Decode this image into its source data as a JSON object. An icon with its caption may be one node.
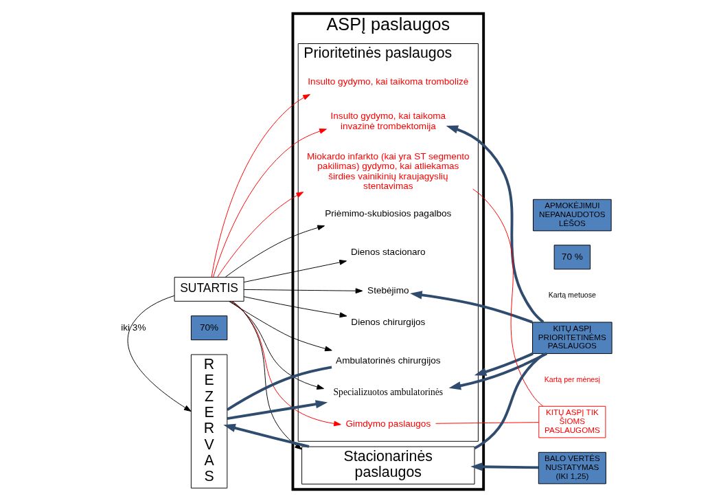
{
  "diagram": {
    "nodes": [
      {
        "text": [
          "ASPĮ paslaugos"
        ]
      },
      {
        "text": [
          "SUTARTIS"
        ]
      },
      {
        "text": [
          "Prioritetinės paslaugos"
        ],
        "in": 0
      },
      {
        "text": [
          "Specializuotos ambulatorinės"
        ],
        "in": 2
      },
      {
        "text": [
          "Priėmimo-skubiosios pagalbos"
        ],
        "in": 2
      },
      {
        "text": [
          "Dienos stacionaro"
        ],
        "in": 2
      },
      {
        "text": [
          "Stebėjimo"
        ],
        "in": 2
      },
      {
        "text": [
          "Ambulatorinės chirurgijos"
        ],
        "in": 2
      },
      {
        "text": [
          "Dienos chirurgijos"
        ],
        "in": 2
      },
      {
        "text": [
          "Gimdymo paslaugos"
        ],
        "in": 2
      },
      {
        "text": [
          "Insulto gydymo, kai taikoma trombolizė"
        ],
        "in": 2
      },
      {
        "text": [
          "Insulto gydymo, kai taikoma invazinė trombektomija"
        ],
        "in": 2
      },
      {
        "text": [
          "Miokardo infarkto (kai yra ST segmento pakilimas) gydymo, kai atliekamas širdies vainikinių kraujagyslių stentavimas"
        ],
        "in": 2
      },
      {
        "text": [
          "Stacionarinės paslaugos"
        ],
        "in": 0
      },
      {
        "text": [
          "REZERVAS"
        ]
      },
      {
        "text": [
          "70%"
        ]
      },
      {
        "text": [
          "APMOKĖJIMUI NEPANAUDOTOS LĖŠOS"
        ]
      },
      {
        "text": [
          "70 %"
        ]
      },
      {
        "text": [
          "KITŲ ASPĮ PRIORITETINĖMS PASLAUGOS"
        ],
        "beside": [
          "Kartą metuose"
        ]
      },
      {
        "text": [
          "KITŲ ASPĮ TIK ŠIOMS PASLAUGOMS"
        ],
        "beside": [
          "Kartą per mėnesį"
        ]
      },
      {
        "text": [
          "BALO VERTĖS NUSTATYMAS (IKI 1,25)"
        ]
      }
    ],
    "edges": [
      {
        "from": 1,
        "to": 3,
        "arrow": "to",
        "color": "#000000"
      },
      {
        "from": 1,
        "to": 4,
        "arrow": "to",
        "color": "#000000"
      },
      {
        "from": 1,
        "to": 5,
        "arrow": "to",
        "color": "#000000"
      },
      {
        "from": 1,
        "to": 6,
        "arrow": "to",
        "color": "#000000"
      },
      {
        "from": 1,
        "to": 7,
        "arrow": "to",
        "color": "#000000"
      },
      {
        "from": 1,
        "to": 8,
        "arrow": "to",
        "color": "#000000"
      },
      {
        "from": 1,
        "to": 9,
        "arrow": "to",
        "color": "#ff0000"
      },
      {
        "from": 1,
        "to": 10,
        "arrow": "to",
        "color": "#ff0000"
      },
      {
        "from": 1,
        "to": 11,
        "arrow": "to",
        "color": "#ff0000"
      },
      {
        "from": 1,
        "to": 12,
        "arrow": "to",
        "color": "#ff0000"
      },
      {
        "from": 1,
        "to": 13,
        "arrow": "to",
        "color": "#000000"
      },
      {
        "from": 1,
        "to": 14,
        "arrow": "to",
        "label": "iki 3%",
        "color": "#000000"
      },
      {
        "from": 14,
        "to": 3,
        "arrow": "to",
        "style": "thick",
        "color": "#2f4b6e"
      },
      {
        "from": 14,
        "to": 7,
        "arrow": "none",
        "style": "thick",
        "color": "#2f4b6e"
      },
      {
        "from": 13,
        "to": 14,
        "arrow": "to",
        "style": "thick",
        "color": "#2f4b6e"
      },
      {
        "from": 18,
        "to": 3,
        "arrow": "to",
        "style": "thick",
        "color": "#2f4b6e"
      },
      {
        "from": 18,
        "to": 2,
        "arrow": "to",
        "style": "thick",
        "color": "#2f4b6e"
      },
      {
        "from": 18,
        "to": 6,
        "arrow": "to",
        "style": "thick",
        "color": "#2f4b6e"
      },
      {
        "from": 18,
        "to": 11,
        "arrow": "to",
        "style": "thick",
        "color": "#2f4b6e"
      },
      {
        "from": 18,
        "to": 13,
        "arrow": "none",
        "style": "thick",
        "color": "#2f4b6e"
      },
      {
        "from": 19,
        "to": 9,
        "arrow": "none",
        "color": "#ff0000"
      },
      {
        "from": 19,
        "to": 12,
        "arrow": "none",
        "color": "#ff0000"
      },
      {
        "from": 20,
        "to": 13,
        "arrow": "to",
        "style": "thick",
        "color": "#2f4b6e"
      }
    ]
  }
}
